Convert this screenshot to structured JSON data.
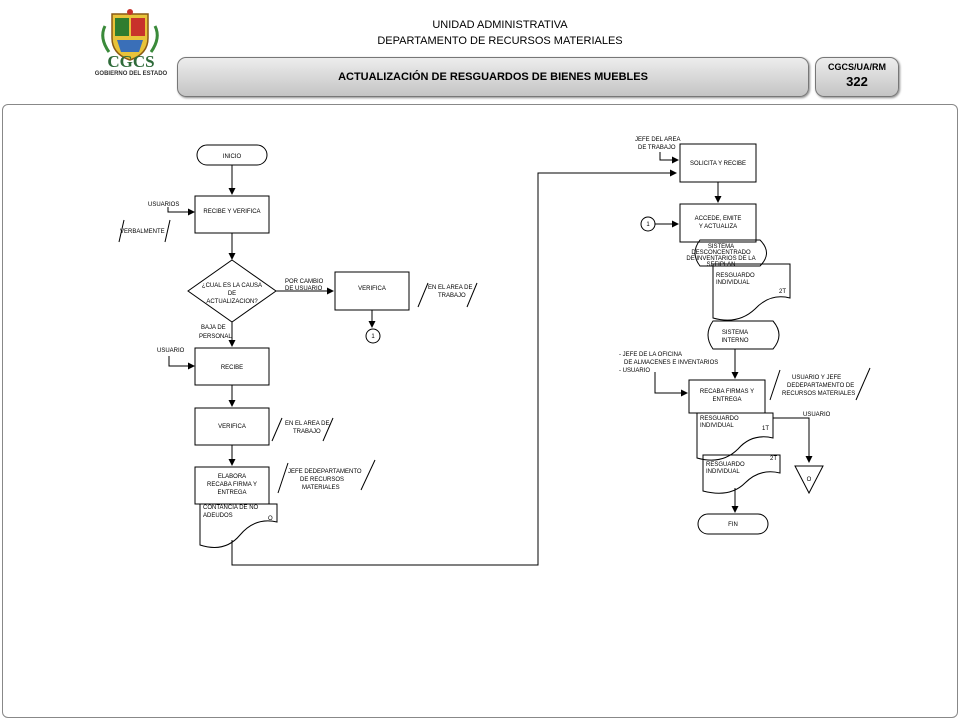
{
  "header": {
    "logo_text": "CGCS",
    "logo_subtext": "GOBIERNO DEL ESTADO",
    "line1": "UNIDAD ADMINISTRATIVA",
    "line2": "DEPARTAMENTO DE RECURSOS MATERIALES",
    "banner_title": "ACTUALIZACIÓN DE RESGUARDOS DE BIENES MUEBLES",
    "code_label": "CGCS/UA/RM",
    "code_number": "322"
  },
  "left": {
    "inicio": "INICIO",
    "usuarios": "USUARIOS",
    "verbalmente": "VERBALMENTE",
    "recibe_verifica": "RECIBE Y VERIFICA",
    "decision_1": "¿CUAL ES LA CAUSA",
    "decision_2": "DE",
    "decision_3": "ACTUALIZACION?",
    "por_cambio_1": "POR CAMBIO",
    "por_cambio_2": "DE USUARIO",
    "verifica_1": "VERIFICA",
    "area_trabajo_1a": "EN EL AREA DE",
    "area_trabajo_1b": "TRABAJO",
    "connector_1": "1",
    "baja_1": "BAJA DE",
    "baja_2": "PERSONAL",
    "usuario": "USUARIO",
    "recibe": "RECIBE",
    "verifica_2": "VERIFICA",
    "area_trabajo_2a": "EN EL AREA DE",
    "area_trabajo_2b": "TRABAJO",
    "elabora_1": "ELABORA",
    "elabora_2": "RECABA FIRMA Y",
    "elabora_3": "ENTREGA",
    "jefe_dept_1": "JEFE DEDEPARTAMENTO",
    "jefe_dept_2": "DE RECURSOS",
    "jefe_dept_3": "MATERIALES",
    "constancia_1": "CONTANCIA DE NO",
    "constancia_2": "ADEUDOS",
    "constancia_copy": "O"
  },
  "right": {
    "jefe_area_1": "JEFE DEL AREA",
    "jefe_area_2": "DE TRABAJO",
    "solicita": "SOLICITA Y RECIBE",
    "connector_1": "1",
    "accede_1": "ACCEDE, EMITE",
    "accede_2": "Y ACTUALIZA",
    "sistema_1": "SISTEMA",
    "sistema_2": "DESCONCENTRADO",
    "sistema_3": "DE INVENTARIOS DE LA",
    "sistema_4": "SEFIPLAN",
    "resguardo_a1": "RESGUARDO",
    "resguardo_a2": "INDIVIDUAL",
    "resguardo_a_copy": "2T",
    "sistema_interno_1": "SISTEMA",
    "sistema_interno_2": "INTERNO",
    "jefe_oficina_1": "- JEFE DE LA OFICINA",
    "jefe_oficina_2": "DE ALMACENES E INVENTARIOS",
    "jefe_oficina_3": "- USUARIO",
    "usuario_jefe_1": "USUARIO Y JEFE",
    "usuario_jefe_2": "DEDEPARTAMENTO DE",
    "usuario_jefe_3": "RECURSOS MATERIALES",
    "recaba_1": "RECABA FIRMAS Y",
    "recaba_2": "ENTREGA",
    "resguardo_b1": "RESGUARDO",
    "resguardo_b2": "INDIVIDUAL",
    "resguardo_b_copy": "1T",
    "usuario": "USUARIO",
    "resguardo_c1": "RESGUARDO",
    "resguardo_c2": "INDIVIDUAL",
    "resguardo_c_copy": "2T",
    "archive_o": "O",
    "fin": "FIN"
  }
}
